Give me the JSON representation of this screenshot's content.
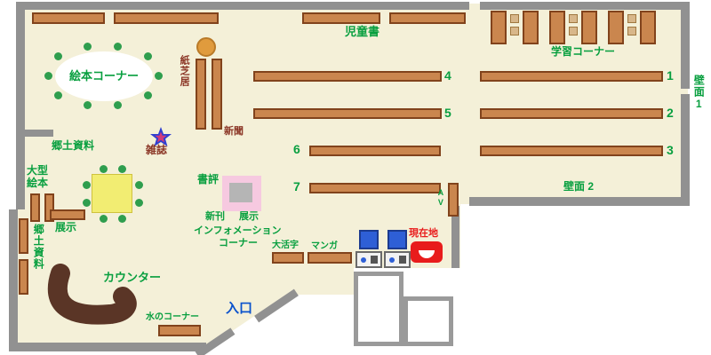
{
  "labels": {
    "ehon_corner": "絵本コーナー",
    "kamishibai": "紙芝居",
    "jidousho": "児童書",
    "gakushuu_corner": "学習コーナー",
    "wall1": "壁面1",
    "wall2": "壁面 2",
    "shinbun": "新聞",
    "zasshi": "雑誌",
    "kyoudo_shiryou_upper": "郷土資料",
    "oogata_line1": "大型",
    "oogata_line2": "絵本",
    "shohyou": "書評",
    "shinkan": "新刊",
    "tenji_display": "展示",
    "information_line1": "インフォメーション",
    "information_line2": "コーナー",
    "tenji": "展示",
    "kyoudo_shiryou_lower": "郷土資料",
    "counter": "カウンター",
    "mizu_corner": "水のコーナー",
    "entrance": "入口",
    "daikatsuji": "大活字",
    "manga": "マンガ",
    "genzaichi": "現在地",
    "av": "AV"
  },
  "shelf_numbers": [
    "1",
    "2",
    "3",
    "4",
    "5",
    "6",
    "7"
  ],
  "colors": {
    "floor": "#f4f0d8",
    "wall": "#919191",
    "shelf": "#ca864e",
    "shelf_border": "#81431c",
    "label_green": "#089f3f",
    "label_maroon": "#8b3626",
    "entrance_blue": "#0a52cc",
    "current_red": "#e81c1c",
    "table_yellow": "#f2ed72",
    "chair_dot_green": "#2f9e4e",
    "display_pink": "#f6c9e0",
    "machine_blue": "#2e5fd6"
  }
}
